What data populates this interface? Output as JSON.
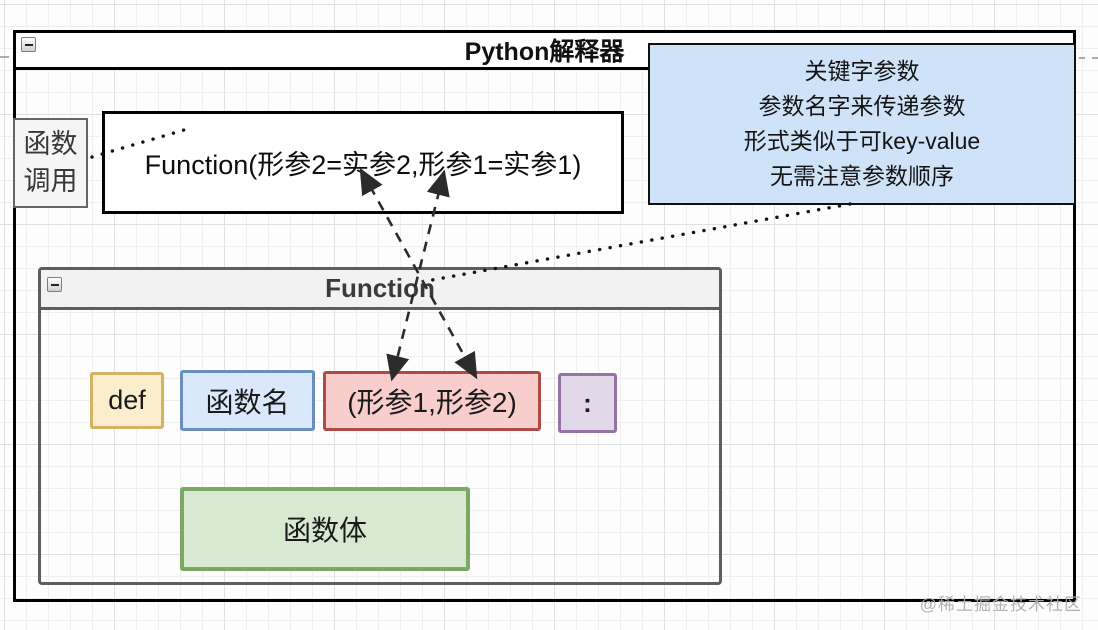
{
  "diagram": {
    "outer": {
      "title": "Python解释器"
    },
    "caller": {
      "line1": "函数",
      "line2": "调用"
    },
    "call_box": {
      "text": "Function(形参2=实参2,形参1=实参1)"
    },
    "note": {
      "lines": [
        "关键字参数",
        "参数名字来传递参数",
        "形式类似于可key-value",
        "无需注意参数顺序"
      ],
      "bg_color": "#cfe3f8"
    },
    "function_block": {
      "title": "Function",
      "tokens": [
        {
          "label": "def",
          "fill": "#fbeecd",
          "border": "#d4b263"
        },
        {
          "label": "函数名",
          "fill": "#dae8fc",
          "border": "#6c8ebf"
        },
        {
          "label": "(形参1,形参2)",
          "fill": "#f8cecc",
          "border": "#b04a46"
        },
        {
          "label": ":",
          "fill": "#e3d7ea",
          "border": "#9673a6"
        }
      ],
      "body": {
        "label": "函数体",
        "fill": "#d8e9d2",
        "border": "#7ba864"
      }
    },
    "watermark": "@稀土掘金技术社区"
  }
}
